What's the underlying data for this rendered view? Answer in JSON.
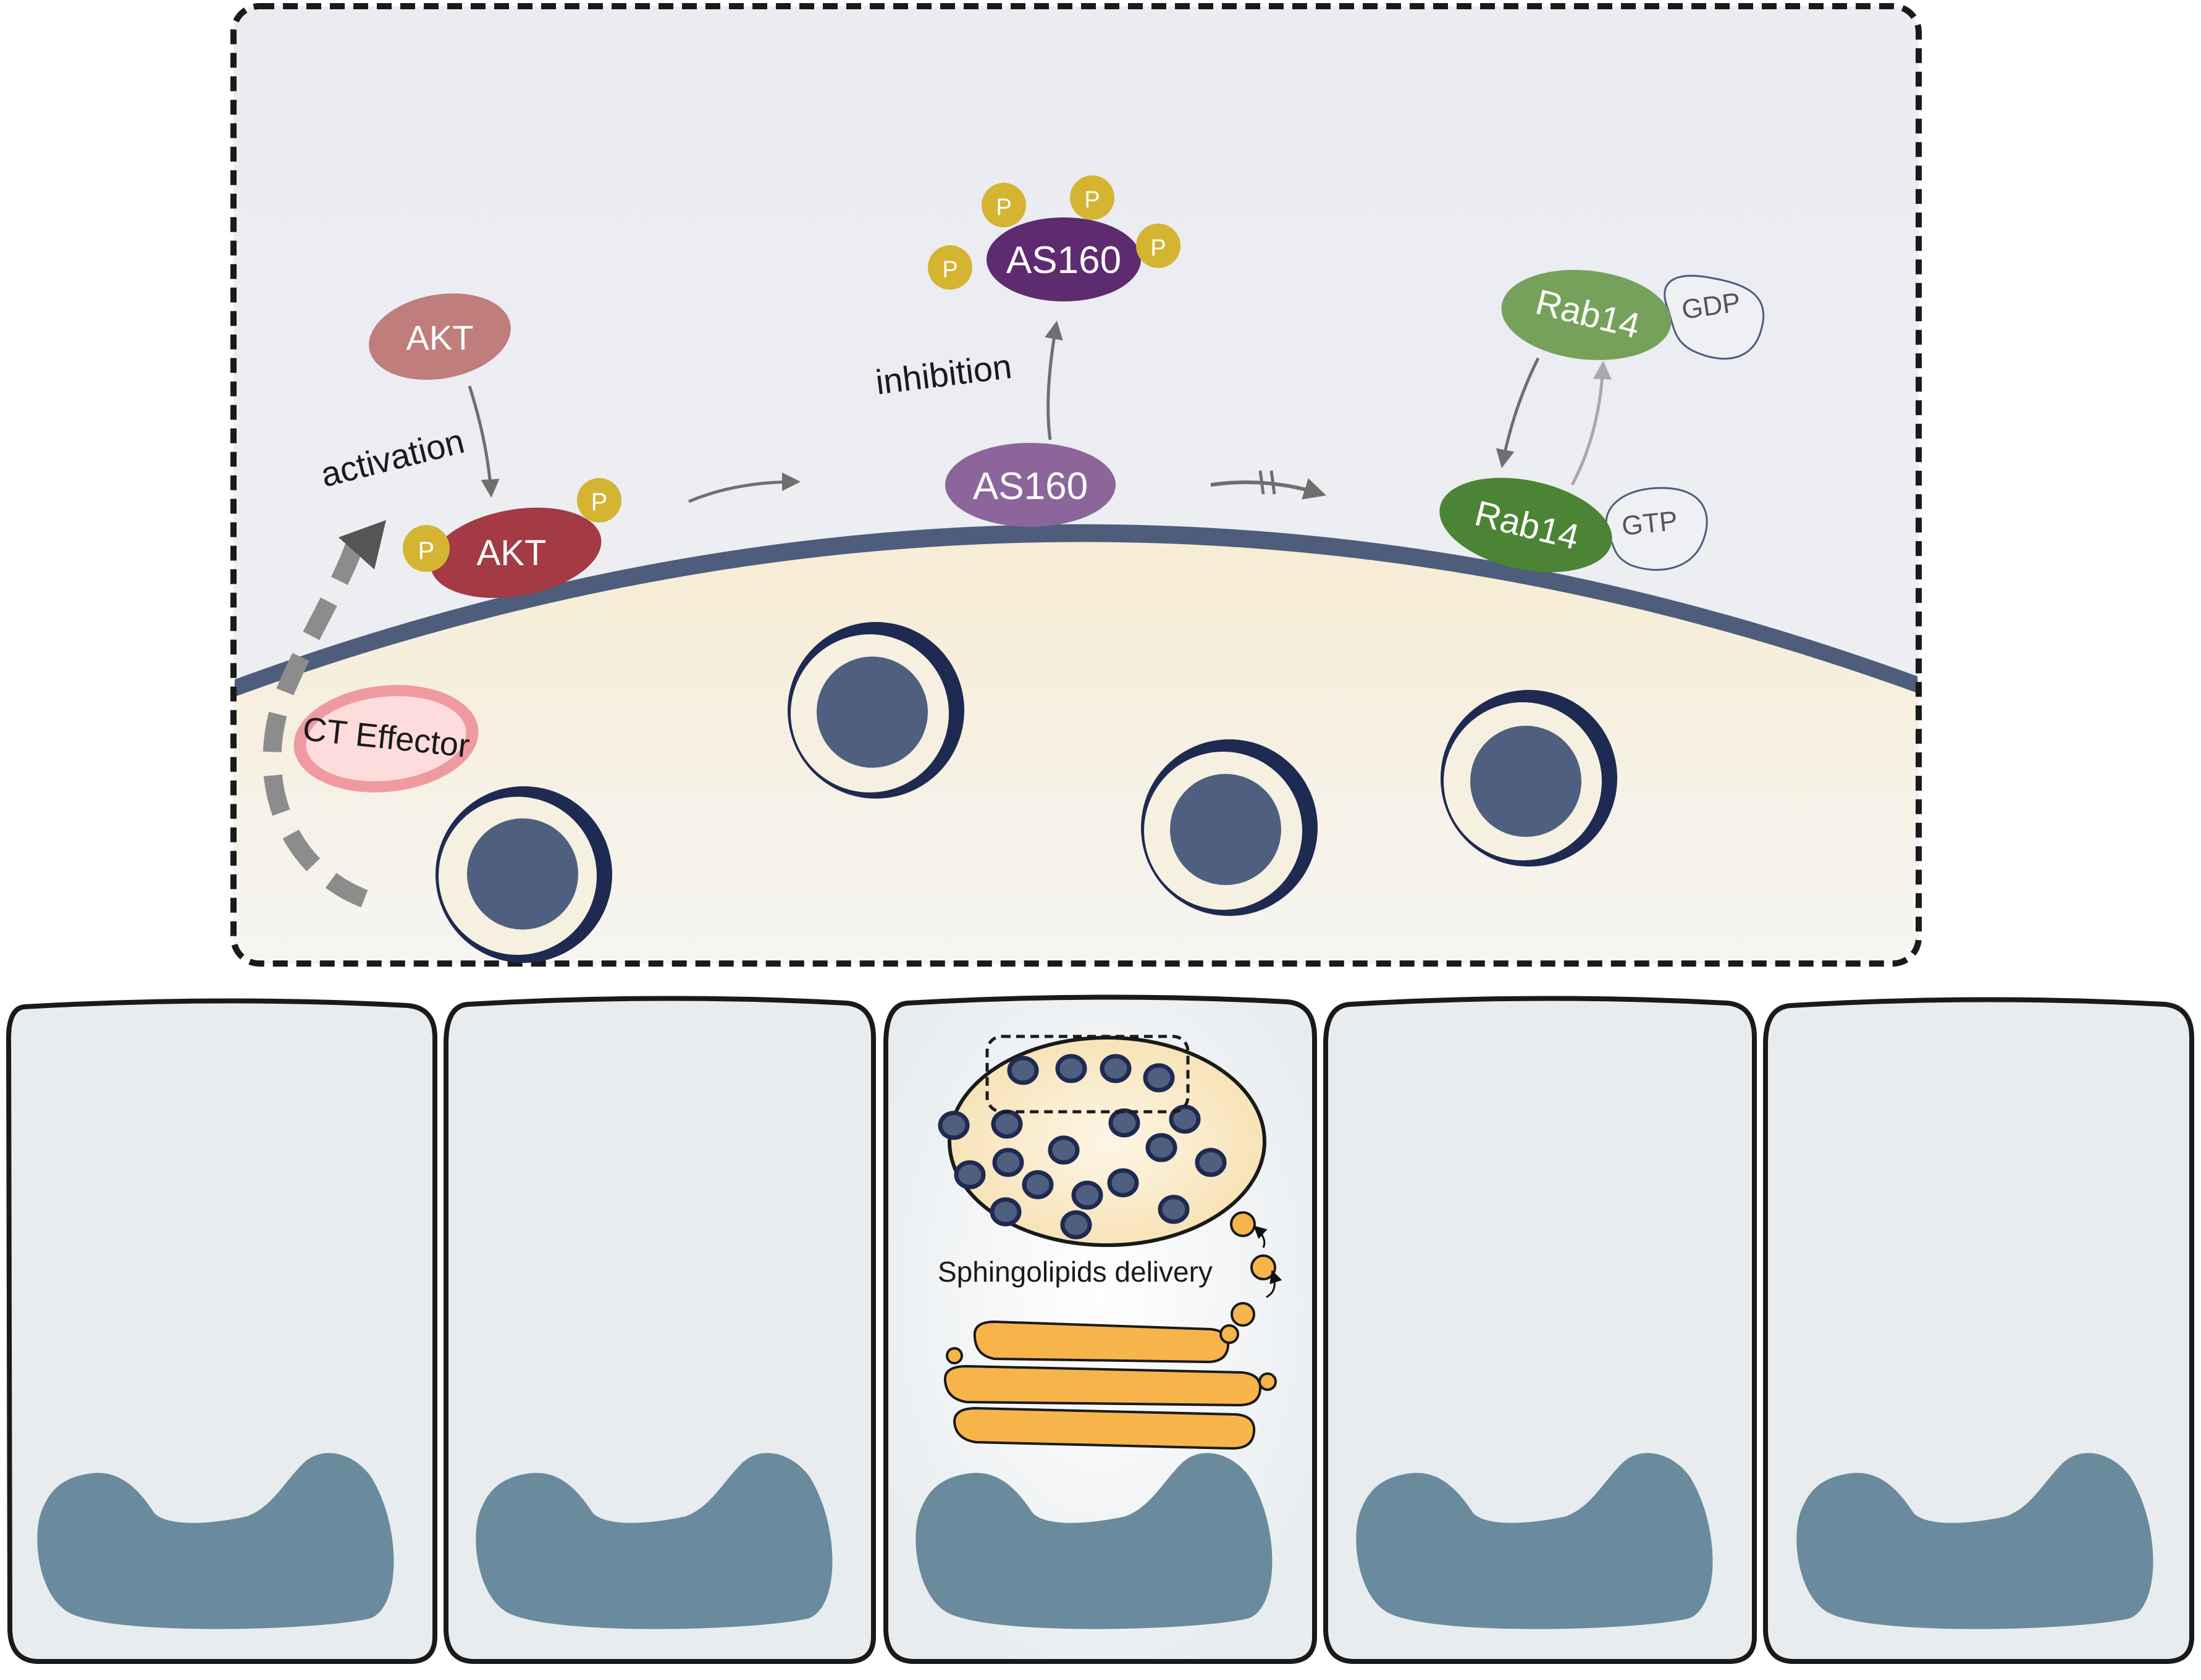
{
  "labels": {
    "akt": "AKT",
    "akt_p": "AKT",
    "phospho": "P",
    "activation": "activation",
    "inhibition": "inhibition",
    "as160": "AS160",
    "as160_p": "AS160",
    "rab14_gdp": "Rab14",
    "rab14_gtp": "Rab14",
    "gdp": "GDP",
    "gtp": "GTP",
    "ct_effector": "CT Effector",
    "sphingolipids": "Sphingolipids delivery"
  },
  "colors": {
    "inset_top": "#e9ebf1",
    "inset_bottom": "#f7f2e6",
    "membrane": "#4e5d7c",
    "akt_inactive": "#bf7d7b",
    "akt_active": "#a33a44",
    "phospho": "#d4b431",
    "as160_inactive": "#8c659a",
    "as160_active": "#5e2b70",
    "rab14_gdp": "#76a15b",
    "rab14_gtp": "#4b8434",
    "ct_effector_fill": "#ffd9d9",
    "ct_effector_ring": "#ef9aa1",
    "chlamydia_ring": "#1f2a52",
    "chlamydia_core": "#4f5f7f",
    "cell_fill": "#e8ecef",
    "nucleus": "#698b9d",
    "inclusion": "#f7e6c2",
    "golgi": "#f6b44a",
    "arrow_grey": "#6f6f6f"
  },
  "icons": {
    "phospho_marker": "yellow-circle",
    "chlamydia_body": "ring-with-core",
    "golgi_stack": "stacked-capsules"
  }
}
